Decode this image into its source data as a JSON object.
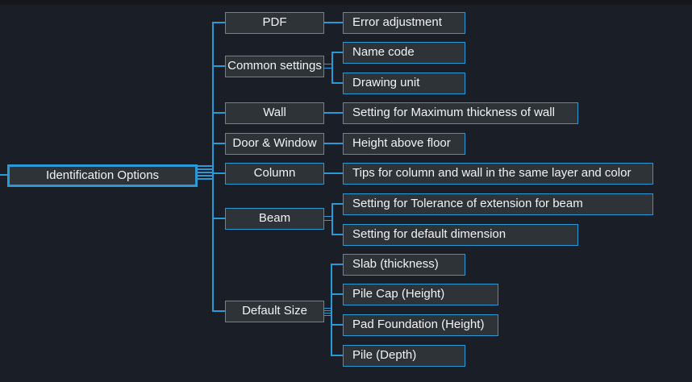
{
  "colors": {
    "background": "#1a1e26",
    "node_fill": "#2e3338",
    "accent_border": "#2b99d6",
    "text": "#f2f3f4"
  },
  "tree": {
    "root": {
      "label": "Identification Options"
    },
    "branches": [
      {
        "label": "PDF",
        "children": [
          {
            "label": "Error adjustment"
          }
        ]
      },
      {
        "label": "Common settings",
        "children": [
          {
            "label": "Name code"
          },
          {
            "label": "Drawing unit"
          }
        ]
      },
      {
        "label": "Wall",
        "children": [
          {
            "label": "Setting for Maximum thickness of wall"
          }
        ]
      },
      {
        "label": "Door & Window",
        "children": [
          {
            "label": "Height above floor"
          }
        ]
      },
      {
        "label": "Column",
        "children": [
          {
            "label": "Tips for column and wall in the same layer and color"
          }
        ]
      },
      {
        "label": "Beam",
        "children": [
          {
            "label": "Setting for Tolerance of extension for beam"
          },
          {
            "label": "Setting for default dimension"
          }
        ]
      },
      {
        "label": "Default Size",
        "children": [
          {
            "label": "Slab (thickness)"
          },
          {
            "label": "Pile Cap (Height)"
          },
          {
            "label": "Pad Foundation (Height)"
          },
          {
            "label": "Pile (Depth)"
          }
        ]
      }
    ]
  }
}
